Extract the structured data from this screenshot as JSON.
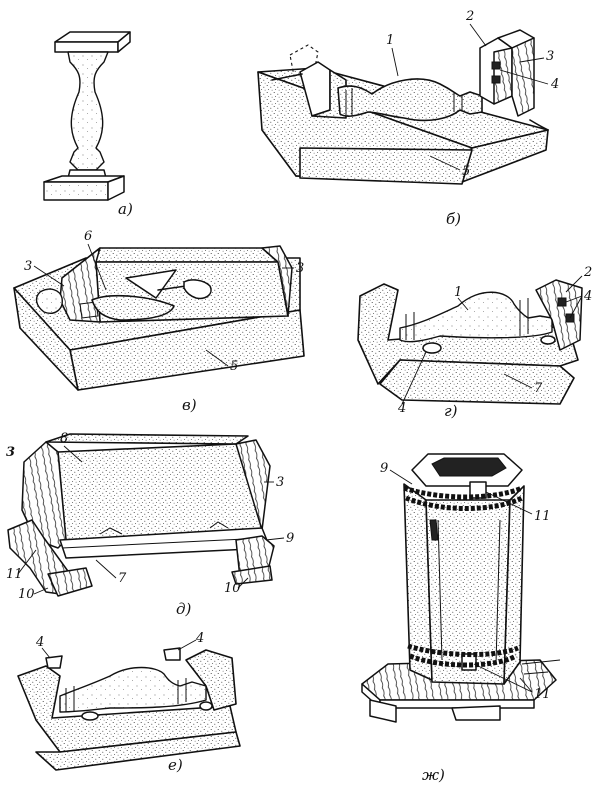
{
  "figure": {
    "panels": [
      {
        "id": "a",
        "caption": "а)"
      },
      {
        "id": "b",
        "caption": "б)",
        "callouts": [
          "1",
          "2",
          "3",
          "4",
          "5"
        ]
      },
      {
        "id": "v",
        "caption": "в)",
        "callouts": [
          "6",
          "3",
          "3",
          "5"
        ]
      },
      {
        "id": "g",
        "caption": "г)",
        "callouts": [
          "1",
          "2",
          "4",
          "4",
          "7"
        ]
      },
      {
        "id": "d",
        "caption": "д)",
        "callouts": [
          "3",
          "8",
          "3",
          "9",
          "11",
          "7",
          "10",
          "10"
        ]
      },
      {
        "id": "e",
        "caption": "е)",
        "callouts": [
          "4",
          "4"
        ]
      },
      {
        "id": "zh",
        "caption": "ж)",
        "callouts": [
          "9",
          "11",
          "11"
        ]
      }
    ]
  }
}
